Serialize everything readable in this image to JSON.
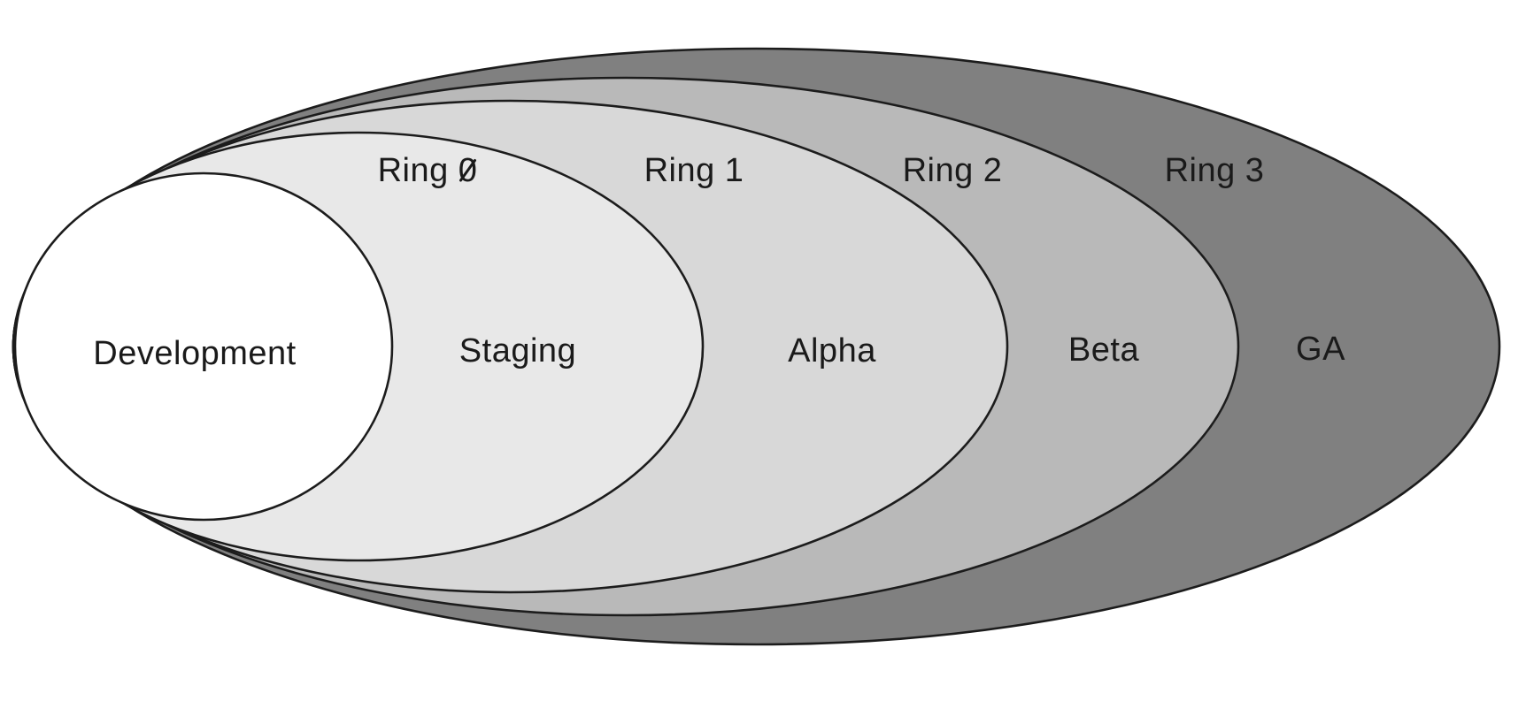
{
  "diagram": {
    "type": "nested-deployment-rings",
    "background_color": "#ffffff",
    "outline_color": "#1c1c1c",
    "text_color": "#1a1a1a",
    "rings": [
      {
        "id": "development",
        "label": "Development",
        "ring_label": "",
        "color": "#ffffff"
      },
      {
        "id": "staging",
        "label": "Staging",
        "ring_label": "Ring 0",
        "color": "#e8e8e8"
      },
      {
        "id": "alpha",
        "label": "Alpha",
        "ring_label": "Ring 1",
        "color": "#d8d8d8"
      },
      {
        "id": "beta",
        "label": "Beta",
        "ring_label": "Ring 2",
        "color": "#b9b9b9"
      },
      {
        "id": "ga",
        "label": "GA",
        "ring_label": "Ring 3",
        "color": "#808080"
      }
    ]
  }
}
